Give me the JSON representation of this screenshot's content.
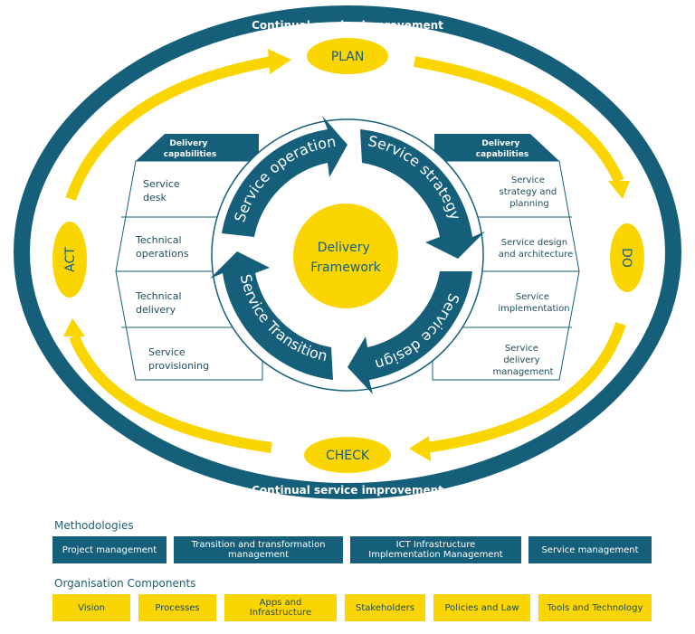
{
  "cycle": {
    "title_top": "Continual service improvement",
    "title_bottom": "Continual service improvement",
    "plan": "PLAN",
    "do": "DO",
    "check": "CHECK",
    "act": "ACT"
  },
  "left_table": {
    "header": [
      "Delivery",
      "capabilities"
    ],
    "rows": [
      [
        "Service",
        "desk"
      ],
      [
        "Technical",
        "operations"
      ],
      [
        "Technical",
        "delivery"
      ],
      [
        "Service",
        "provisioning"
      ]
    ]
  },
  "right_table": {
    "header": [
      "Delivery",
      "capabilities"
    ],
    "rows": [
      [
        "Service",
        "strategy and",
        "planning"
      ],
      [
        "Service design",
        "and architecture"
      ],
      [
        "Service",
        "implementation"
      ],
      [
        "Service",
        "delivery",
        "management"
      ]
    ]
  },
  "wheel": {
    "center": [
      "Delivery",
      "Framework"
    ],
    "operation": "Service operation",
    "strategy": "Service strategy",
    "design": "Service design",
    "transition": "Service Transition"
  },
  "methodologies": {
    "label": "Methodologies",
    "items": [
      [
        "Project management"
      ],
      [
        "Transition and transformation",
        "management"
      ],
      [
        "ICT Infrastructure",
        "Implementation Management"
      ],
      [
        "Service management"
      ]
    ]
  },
  "components": {
    "label": "Organisation Components",
    "items": [
      "Vision",
      "Processes",
      "Apps and Infrastructure",
      "Stakeholders",
      "Policies and Law",
      "Tools and Technology"
    ]
  },
  "colors": {
    "teal": "#155f7a",
    "yellow": "#fbd500"
  }
}
